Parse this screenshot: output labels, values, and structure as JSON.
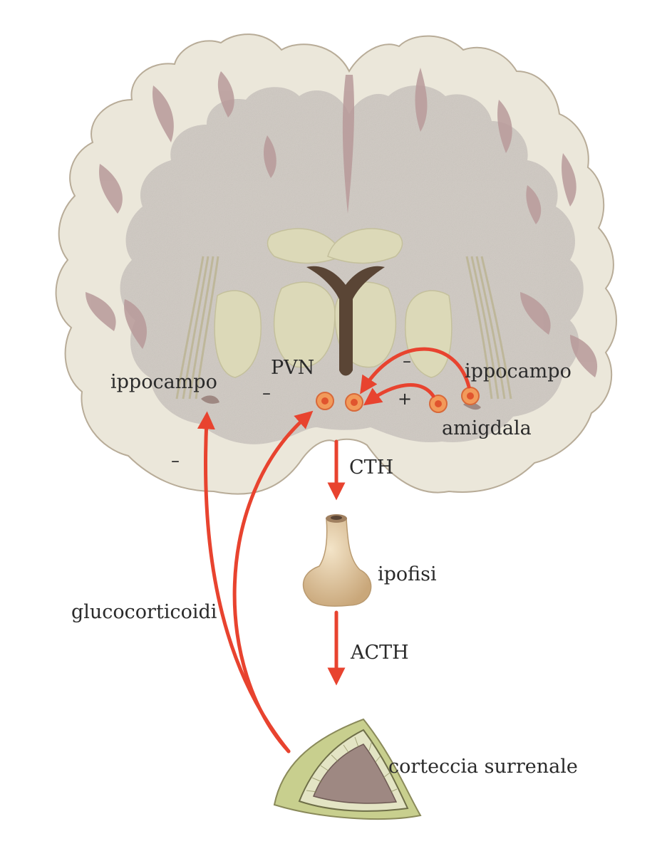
{
  "labels": {
    "pvn": "PVN",
    "hippocampus_left": "ippocampo",
    "hippocampus_right": "ippocampo",
    "amygdala": "amigdala",
    "cth": "CTH",
    "pituitary": "ipofisi",
    "acth": "ACTH",
    "glucocorticoids": "glucocorticoidi",
    "adrenal_cortex": "corteccia surrenale"
  },
  "signs": {
    "hippocampus_left_to_pvn": "–",
    "hippocampus_right_to_pvn": "–",
    "amygdala_to_pvn": "+",
    "glucocorticoids_to_hippocampus": "–"
  },
  "colors": {
    "arrow": "#e8432f",
    "white_matter": "#cfc9c2",
    "cortex": "#ebe7da",
    "sulcus": "#b89a9a",
    "nuclei": "#dcd9b8",
    "ventricle": "#5a4535",
    "pituitary": "#d9c2a0",
    "adrenal_outer": "#c8cf8e",
    "adrenal_inner": "#9e8882",
    "neuron_fill": "#f29a5a",
    "neuron_core": "#e0542e"
  }
}
